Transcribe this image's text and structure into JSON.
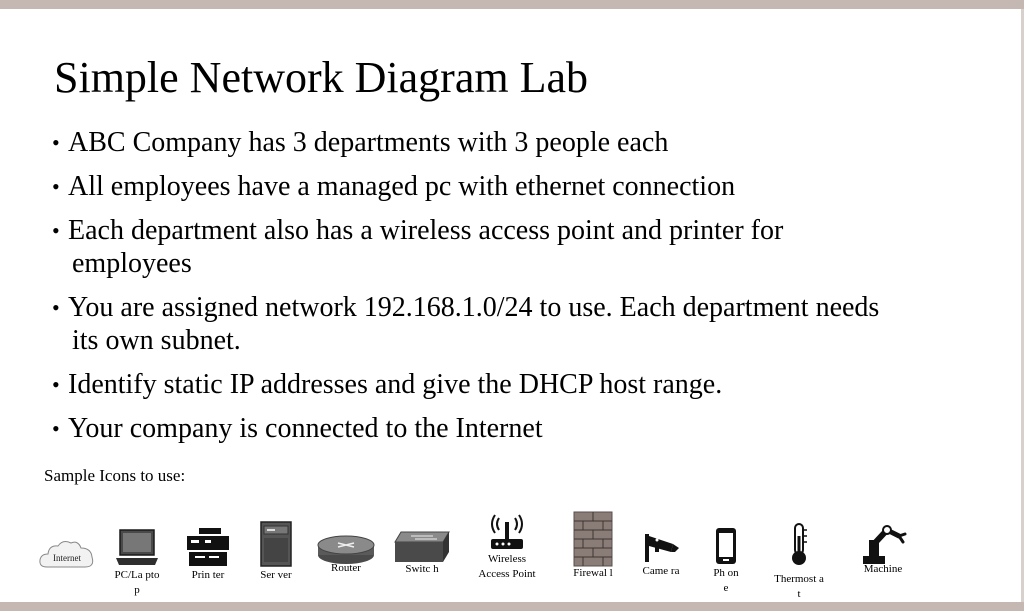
{
  "title": "Simple Network Diagram Lab",
  "bullets": [
    {
      "line1": "ABC Company has 3 departments with 3 people each",
      "line2": ""
    },
    {
      "line1": "All employees have a managed pc with ethernet connection",
      "line2": ""
    },
    {
      "line1": "Each department also has a wireless access point and printer for",
      "line2": "employees"
    },
    {
      "line1": "You are assigned network 192.168.1.0/24 to use.  Each department needs",
      "line2": "its own subnet."
    },
    {
      "line1": "Identify static IP addresses and give the DHCP host range.",
      "line2": ""
    },
    {
      "line1": "Your company is connected to the Internet",
      "line2": ""
    }
  ],
  "sample_label": "Sample Icons to use:",
  "icons": [
    {
      "name": "internet-cloud-icon",
      "label": "Internet"
    },
    {
      "name": "pc-laptop-icon",
      "label": "PC/La ptop"
    },
    {
      "name": "printer-icon",
      "label": "Prin ter"
    },
    {
      "name": "server-icon",
      "label": "Ser ver"
    },
    {
      "name": "router-icon",
      "label": "Router"
    },
    {
      "name": "switch-icon",
      "label": "Switc h"
    },
    {
      "name": "wireless-access-point-icon",
      "label": "Wireless Access Point"
    },
    {
      "name": "firewall-icon",
      "label": "Firewal l"
    },
    {
      "name": "camera-icon",
      "label": "Came ra"
    },
    {
      "name": "phone-icon",
      "label": "Ph one"
    },
    {
      "name": "thermostat-icon",
      "label": "Thermost at"
    },
    {
      "name": "machine-icon",
      "label": "Machine"
    }
  ],
  "colors": {
    "frame": "#c5b8b3",
    "icon_dark": "#111111",
    "brick": "#8a7d78"
  }
}
